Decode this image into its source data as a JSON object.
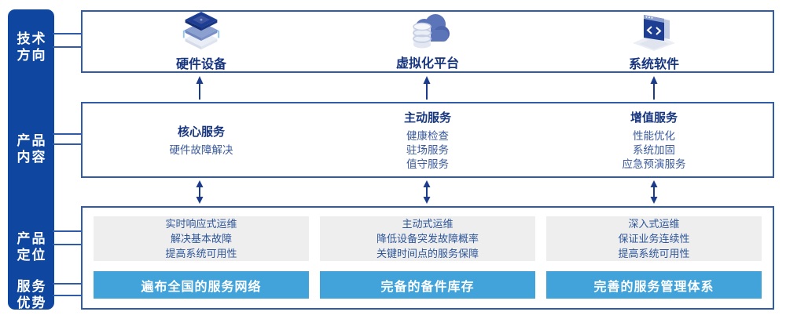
{
  "colors": {
    "sidebar_bg": "#0F47A0",
    "box_border": "#2E5CA9",
    "title_text": "#16357E",
    "item_text": "#3A5A9C",
    "gray_panel_bg": "#EEEEEF",
    "gray_panel_text": "#2E5699",
    "advantage_bar_bg": "#41A3DA",
    "advantage_bar_text": "#FFFFFF",
    "arrow_color": "#1B3C8C"
  },
  "sidebar": {
    "items": [
      {
        "line1": "技术",
        "line2": "方向"
      },
      {
        "line1": "产品",
        "line2": "内容"
      },
      {
        "line1": "产品",
        "line2": "定位"
      },
      {
        "line1": "服务",
        "line2": "优势"
      }
    ]
  },
  "tech_row": {
    "items": [
      {
        "icon": "server-stack-icon",
        "label": "硬件设备"
      },
      {
        "icon": "cloud-database-icon",
        "label": "虚拟化平台"
      },
      {
        "icon": "code-window-icon",
        "label": "系统软件"
      }
    ]
  },
  "content_row": {
    "columns": [
      {
        "title": "核心服务",
        "items": [
          "硬件故障解决"
        ]
      },
      {
        "title": "主动服务",
        "items": [
          "健康检查",
          "驻场服务",
          "值守服务"
        ]
      },
      {
        "title": "增值服务",
        "items": [
          "性能优化",
          "系统加固",
          "应急预演服务"
        ]
      }
    ]
  },
  "bottom_row": {
    "columns": [
      {
        "positioning": [
          "实时响应式运维",
          "解决基本故障",
          "提高系统可用性"
        ],
        "advantage": "遍布全国的服务网络"
      },
      {
        "positioning": [
          "主动式运维",
          "降低设备突发故障概率",
          "关键时间点的服务保障"
        ],
        "advantage": "完备的备件库存"
      },
      {
        "positioning": [
          "深入式运维",
          "保证业务连续性",
          "提高系统可用性"
        ],
        "advantage": "完善的服务管理体系"
      }
    ]
  }
}
